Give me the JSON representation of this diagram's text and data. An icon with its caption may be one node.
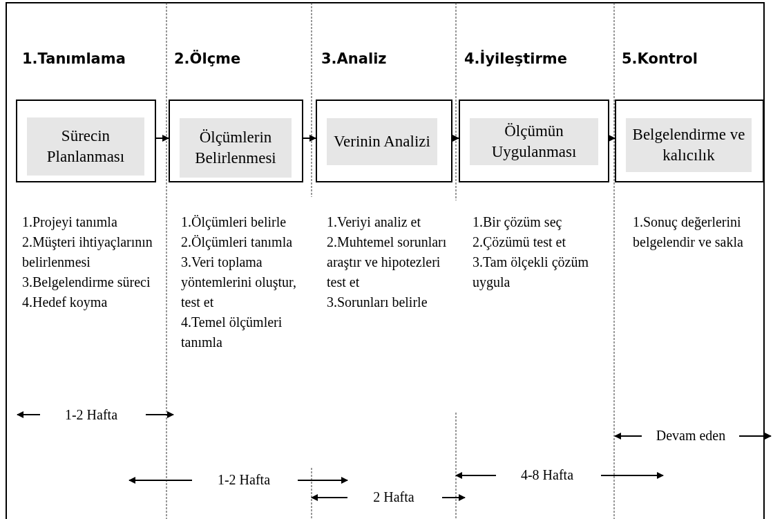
{
  "diagram": {
    "nodes": [
      {
        "text": [
          "Sürecin Planlanması"
        ]
      },
      {
        "text": [
          "Ölçümlerin Belirlenmesi"
        ]
      },
      {
        "text": [
          "Verinin Analizi"
        ]
      },
      {
        "text": [
          "Ölçümün Uygulanması"
        ]
      },
      {
        "text": [
          "Belgelendirme ve kalıcılık"
        ]
      }
    ],
    "edges": [
      {
        "from": 0,
        "to": 1,
        "arrow": "to"
      },
      {
        "from": 1,
        "to": 2,
        "arrow": "to"
      },
      {
        "from": 2,
        "to": 3,
        "arrow": "to"
      },
      {
        "from": 3,
        "to": 4,
        "arrow": "to"
      }
    ],
    "labels": [
      "1.Tanımlama",
      "2.Ölçme",
      "3.Analiz",
      "4.İyileştirme",
      "5.Kontrol",
      "1.Projeyi tanımla",
      "2.Müşteri ihtiyaçlarının belirlenmesi",
      "3.Belgelendirme süreci",
      "4.Hedef koyma",
      "1.Ölçümleri belirle",
      "2.Ölçümleri tanımla",
      "3.Veri toplama yöntemlerini oluştur, test et",
      "4.Temel ölçümleri tanımla",
      "1.Veriyi analiz et",
      "2.Muhtemel sorunları araştır ve hipotezleri test et",
      "3.Sorunları belirle",
      "1.Bir çözüm seç",
      "2.Çözümü test et",
      "3.Tam ölçekli çözüm uygula",
      "1.Sonuç değerlerini belgelendir ve sakla",
      "1-2 Hafta",
      "1-2 Hafta",
      "2 Hafta",
      "4-8 Hafta",
      "Devam eden"
    ]
  }
}
